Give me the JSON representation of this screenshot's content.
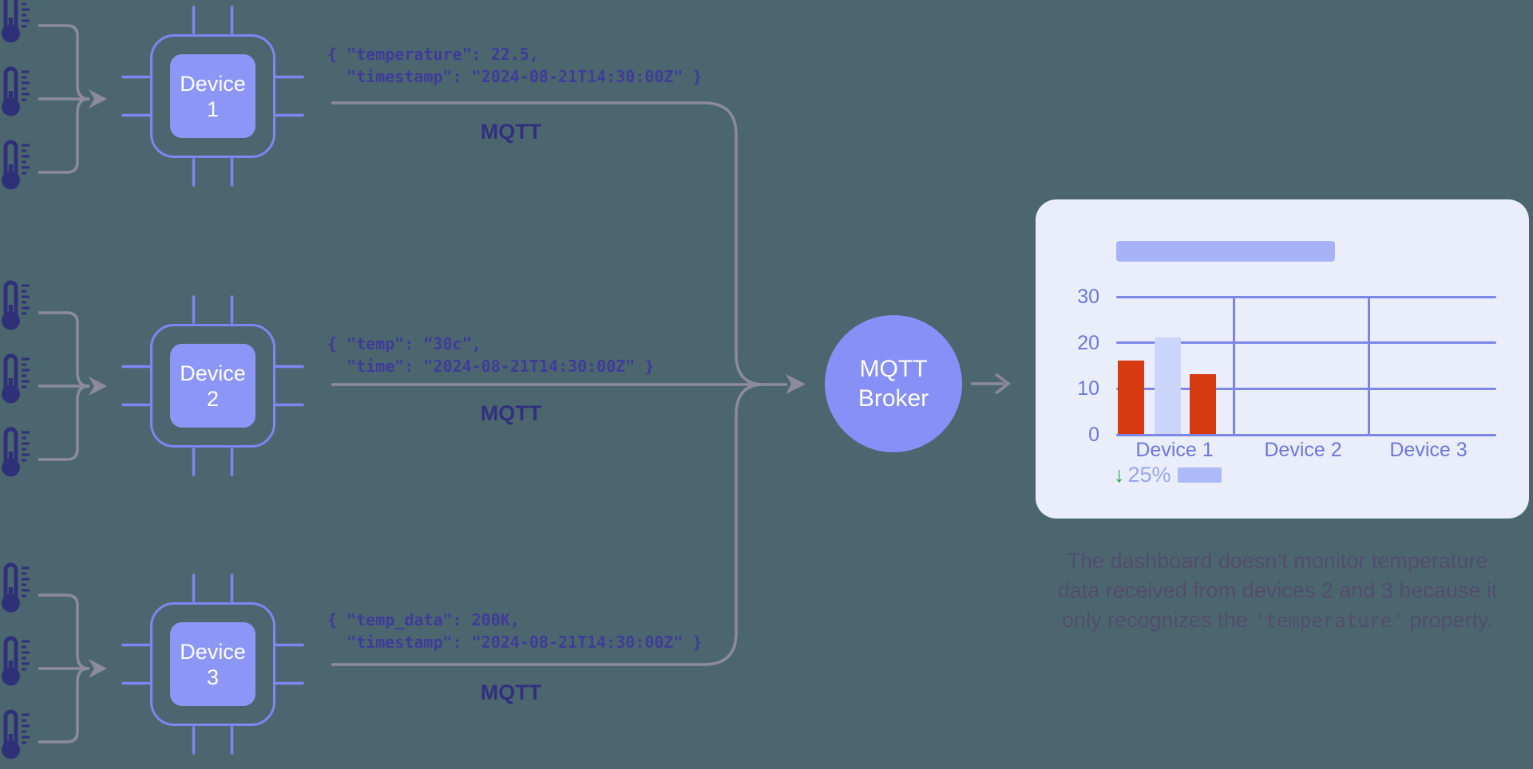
{
  "scene": {
    "background_color": "#4c6670",
    "connector_color": "#8b8b9d",
    "sensor_color": "#2f3178",
    "chip_color": "#7c87f3"
  },
  "devices": [
    {
      "name": "Device",
      "number": "1"
    },
    {
      "name": "Device",
      "number": "2"
    },
    {
      "name": "Device",
      "number": "3"
    }
  ],
  "payloads": [
    {
      "line1": "{ \"temperature\": 22.5,",
      "line2": "  \"timestamp\": \"2024-08-21T14:30:00Z\" }",
      "protocol": "MQTT"
    },
    {
      "line1": "{ \"temp\": “30c”,",
      "line2": "  \"time\": \"2024-08-21T14:30:00Z\" }",
      "protocol": "MQTT"
    },
    {
      "line1": "{ \"temp_data\": 200K,",
      "line2": "  \"timestamp\": \"2024-08-21T14:30:00Z\" }",
      "protocol": "MQTT"
    }
  ],
  "broker": {
    "line1": "MQTT",
    "line2": "Broker",
    "color": "#8690f6"
  },
  "dashboard": {
    "kpi": {
      "direction": "down",
      "arrow": "↓",
      "value": "25%",
      "arrow_color": "#21a757"
    }
  },
  "chart_data": {
    "type": "bar",
    "title": "",
    "categories": [
      "Device 1",
      "Device 2",
      "Device 3"
    ],
    "y_ticks": [
      "30",
      "20",
      "10",
      "0"
    ],
    "ylim": [
      0,
      30
    ],
    "grid": true,
    "legend_position": "none",
    "bars": [
      {
        "category": "Device 1",
        "value": 16,
        "color": "#d63a10"
      },
      {
        "category": "Device 1",
        "value": 21,
        "color": "#cbd5f9"
      },
      {
        "category": "Device 1",
        "value": 13,
        "color": "#d63a10"
      }
    ],
    "note": "Device 2 and Device 3 show no data"
  },
  "caption": {
    "line1": "The dashboard doesn’t monitor temperature",
    "line2": "data received from devices 2 and 3 because it",
    "line3_pre": "only recognizes the ",
    "line3_code": "'temperature'",
    "line3_post": " property."
  }
}
